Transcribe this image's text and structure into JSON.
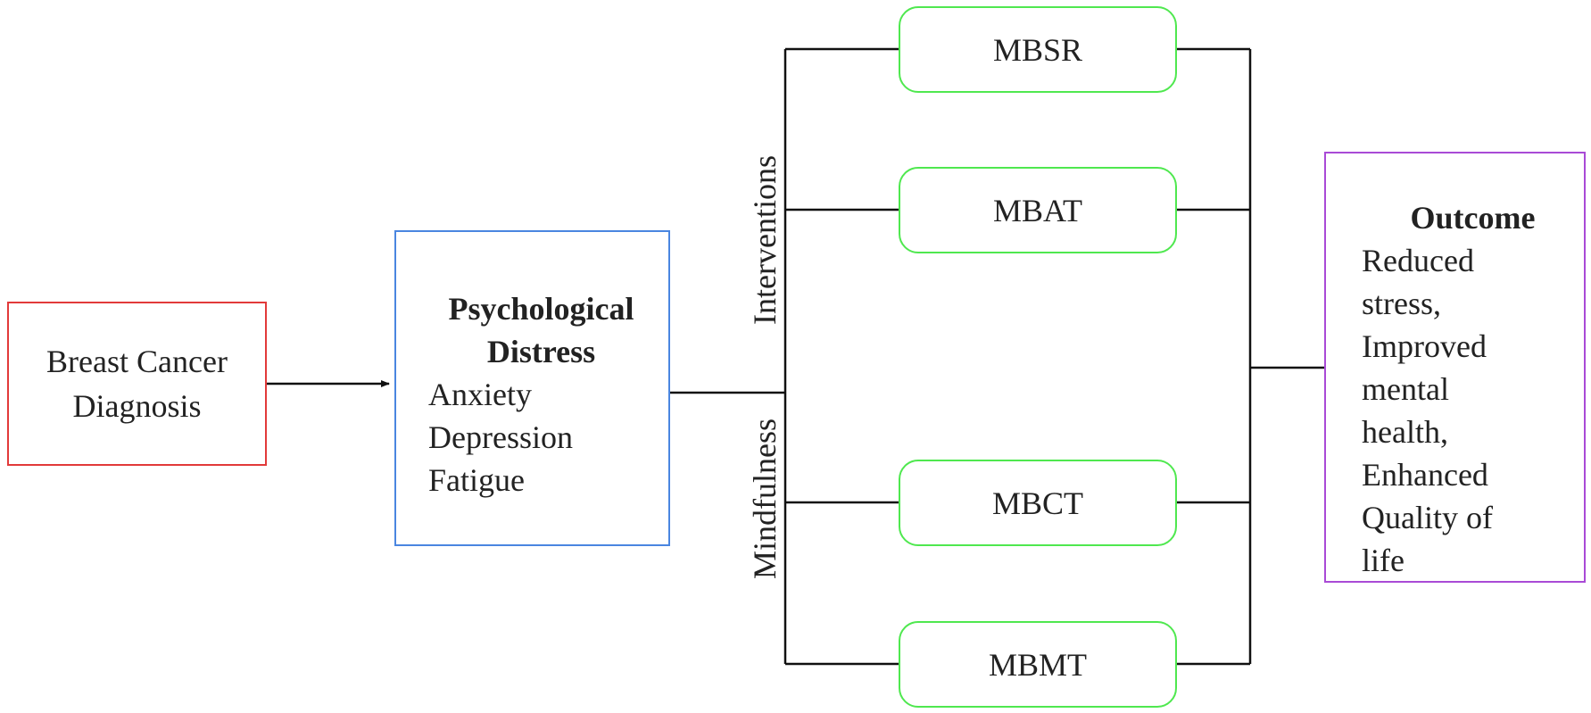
{
  "diagnosis": {
    "line1": "Breast Cancer",
    "line2": "Diagnosis"
  },
  "distress": {
    "title_line1": "Psychological",
    "title_line2": "Distress",
    "items": [
      "Anxiety",
      "Depression",
      "Fatigue"
    ]
  },
  "side_labels": {
    "upper": "Interventions",
    "lower": "Mindfulness"
  },
  "interventions": [
    "MBSR",
    "MBAT",
    "MBCT",
    "MBMT"
  ],
  "outcome": {
    "title": "Outcome",
    "lines": [
      "Reduced",
      "stress,",
      "Improved",
      "mental",
      "health,",
      "Enhanced",
      "Quality of",
      "life"
    ]
  },
  "colors": {
    "diagnosis_border": "#e23a3a",
    "distress_border": "#4a86e0",
    "intervention_border": "#4fe84f",
    "outcome_border": "#a94ad6",
    "connector": "#111111"
  }
}
